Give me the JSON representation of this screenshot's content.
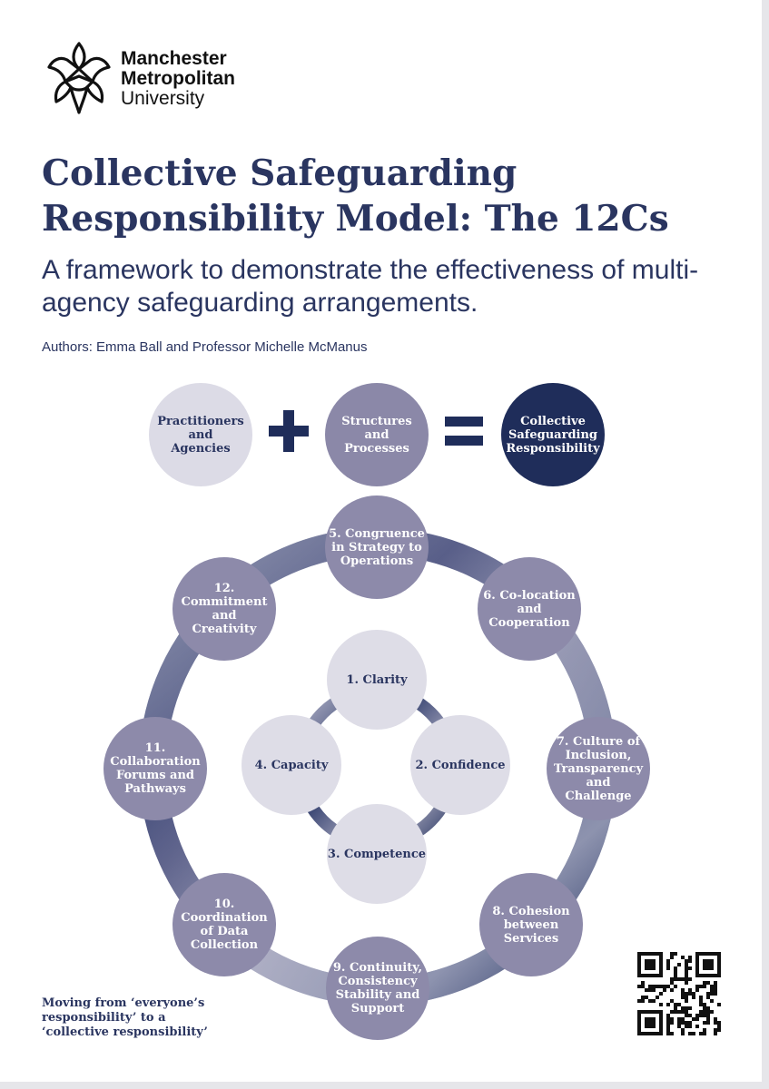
{
  "logo": {
    "line1": "Manchester",
    "line2": "Metropolitan",
    "line3": "University",
    "icon": "university-crest-icon"
  },
  "title": "Collective Safeguarding Responsibility Model: The 12Cs",
  "subtitle": "A framework to demonstrate the effectiveness of multi-agency safeguarding arrangements.",
  "authors": "Authors: Emma Ball and Professor Michelle McManus",
  "equation": {
    "term1": "Practitioners\nand\nAgencies",
    "plus": "+",
    "term2": "Structures\nand\nProcesses",
    "equals": "=",
    "result": "Collective\nSafeguarding\nResponsibility"
  },
  "inner_cs": [
    "1. Clarity",
    "2. Confidence",
    "3. Competence",
    "4. Capacity"
  ],
  "outer_cs": [
    "5. Congruence\nin Strategy to\nOperations",
    "6. Co-location\nand\nCooperation",
    "7. Culture of\nInclusion,\nTransparency\nand\nChallenge",
    "8. Cohesion\nbetween\nServices",
    "9. Continuity,\nConsistency\nStability and\nSupport",
    "10.\nCoordination\nof Data\nCollection",
    "11.\nCollaboration\nForums and\nPathways",
    "12.\nCommitment\nand\nCreativity"
  ],
  "footer_note": "Moving from ‘everyone’s\nresponsibility’ to a\n‘collective responsibility’",
  "colors": {
    "navy": "#1f2d5a",
    "mid": "#8d8aaa",
    "light": "#dedde7"
  },
  "qr_icon": "qr-code-icon"
}
